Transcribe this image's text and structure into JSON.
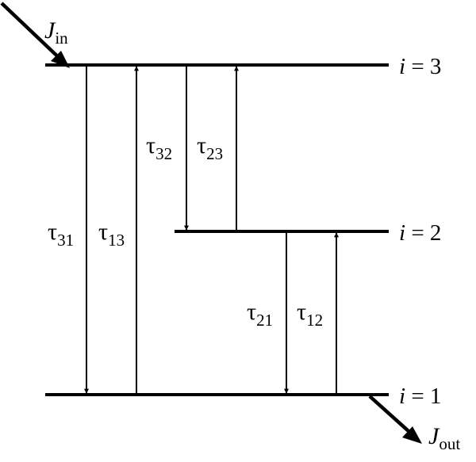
{
  "flux_in": {
    "symbol": "J",
    "subscript": "in"
  },
  "flux_out": {
    "symbol": "J",
    "subscript": "out"
  },
  "levels": [
    {
      "label_var": "i",
      "label_rest": " = 3"
    },
    {
      "label_var": "i",
      "label_rest": " = 2"
    },
    {
      "label_var": "i",
      "label_rest": " = 1"
    }
  ],
  "transitions": [
    {
      "symbol": "τ",
      "subscript": "31",
      "direction": "down"
    },
    {
      "symbol": "τ",
      "subscript": "13",
      "direction": "up"
    },
    {
      "symbol": "τ",
      "subscript": "32",
      "direction": "down"
    },
    {
      "symbol": "τ",
      "subscript": "23",
      "direction": "up"
    },
    {
      "symbol": "τ",
      "subscript": "21",
      "direction": "down"
    },
    {
      "symbol": "τ",
      "subscript": "12",
      "direction": "up"
    }
  ]
}
